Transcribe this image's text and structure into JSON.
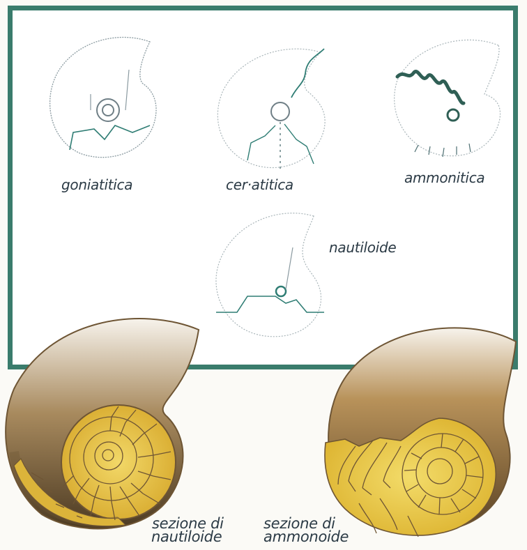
{
  "labels": {
    "goniatitica": "goniatitica",
    "ceratitica": "cer·atitica",
    "ammonitica": "ammonitica",
    "nautiloide": "nautiloide",
    "sezione_nautiloide_1": "sezione di",
    "sezione_nautiloide_2": "nautiloide",
    "sezione_ammonoide_1": "sezione di",
    "sezione_ammonoide_2": "ammonoide"
  },
  "colors": {
    "frame": "#3a7c6c",
    "suture_line": "#2f7d74",
    "shell_outline": "#8a9aa0",
    "shell_brown": "#6e5534",
    "shell_yellow": "#e9c63a",
    "label_text": "#2b3a45"
  }
}
